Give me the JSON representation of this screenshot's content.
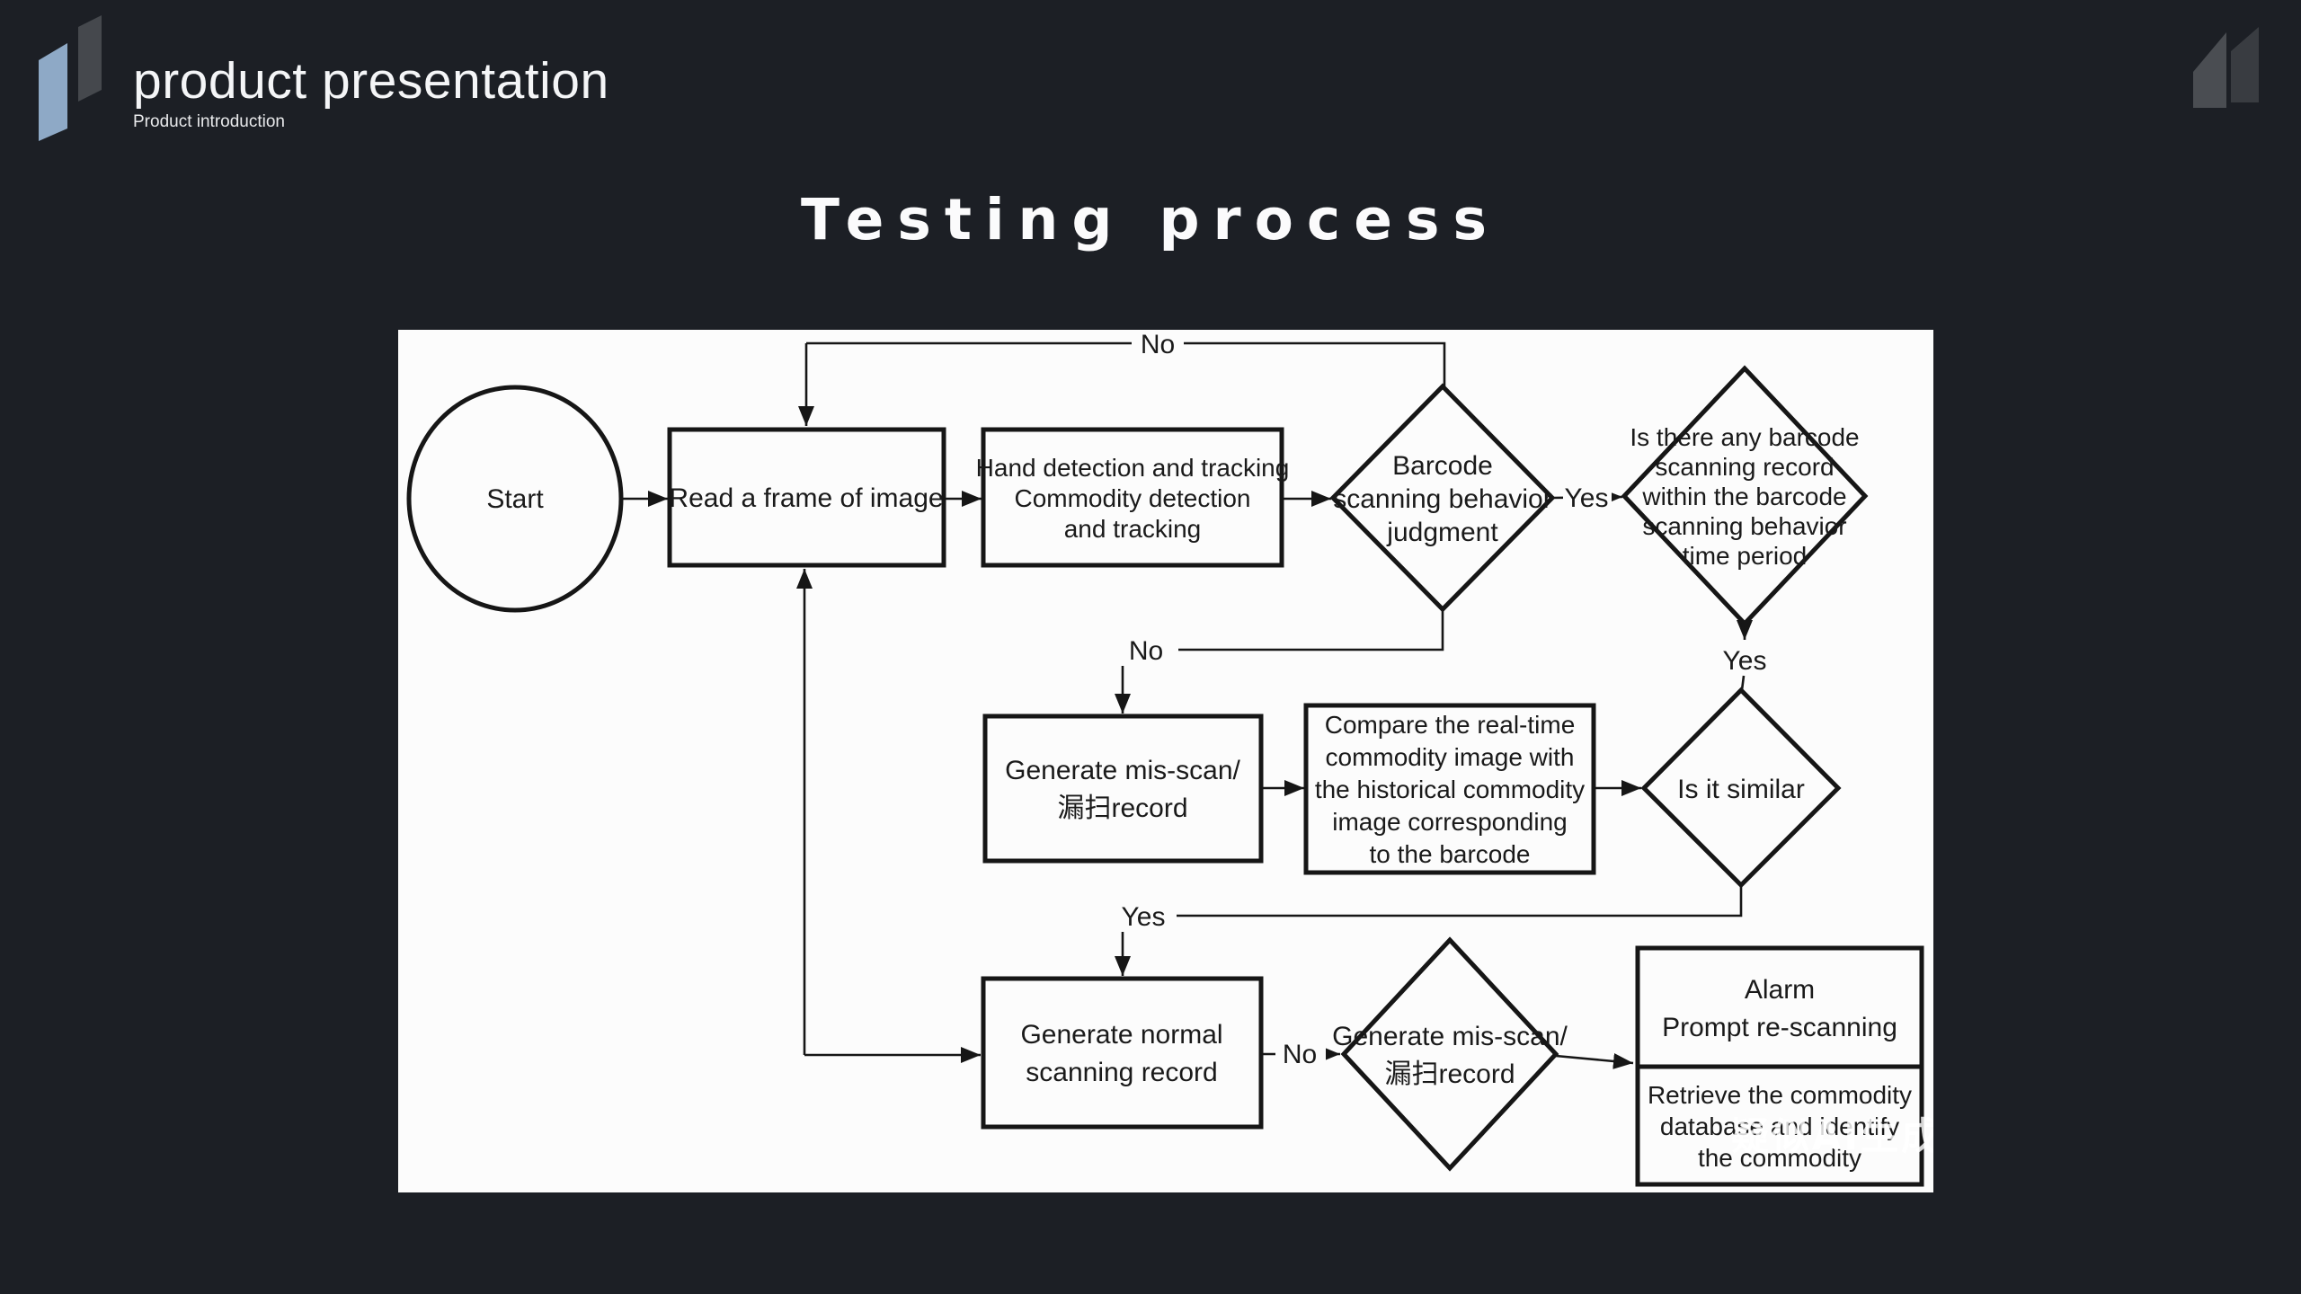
{
  "header": {
    "title": "product presentation",
    "subtitle": "Product introduction"
  },
  "slide_title": "Testing process",
  "colors": {
    "background": "#1c1f25",
    "panel": "#fcfcfc",
    "ink": "#161616",
    "logo_blue": "#8ea9c6",
    "logo_gray": "#45484d",
    "logo_gray_dark": "#393c41",
    "title_text": "#fbfbfc"
  },
  "flowchart": {
    "nodes": {
      "start": {
        "type": "ellipse",
        "label": "Start"
      },
      "read_frame": {
        "type": "rect",
        "lines": [
          "Read a frame of image"
        ]
      },
      "detection": {
        "type": "rect",
        "lines": [
          "Hand detection and tracking",
          "Commodity detection",
          "and tracking"
        ]
      },
      "barcode_judgment": {
        "type": "diamond",
        "lines": [
          "Barcode",
          "scanning behavior",
          "judgment"
        ]
      },
      "record_check": {
        "type": "diamond",
        "lines": [
          "Is there any barcode",
          "scanning record",
          "within the barcode",
          "scanning behavior",
          "time period"
        ]
      },
      "gen_misscan_box": {
        "type": "rect",
        "lines": [
          "Generate mis-scan/",
          "漏扫record"
        ]
      },
      "compare": {
        "type": "rect",
        "lines": [
          "Compare the real-time",
          "commodity image with",
          "the historical commodity",
          "image corresponding",
          "to the barcode"
        ]
      },
      "similar": {
        "type": "diamond",
        "lines": [
          "Is it similar"
        ]
      },
      "gen_normal": {
        "type": "rect",
        "lines": [
          "Generate normal",
          "scanning record"
        ]
      },
      "gen_misscan_diamond": {
        "type": "diamond",
        "lines": [
          "Generate mis-scan/",
          "漏扫record"
        ]
      },
      "alarm": {
        "type": "rect",
        "lines": [
          "Alarm",
          "Prompt re-scanning"
        ]
      },
      "retrieve": {
        "type": "rect",
        "lines": [
          "Retrieve the commodity",
          "database and identify",
          "the commodity"
        ]
      }
    },
    "labels": {
      "loop_no": "No",
      "barcode_yes": "Yes",
      "barcode_no": "No",
      "record_yes": "Yes",
      "similar_yes": "Yes",
      "normal_no": "No"
    },
    "watermark": "疑似AI生成"
  }
}
